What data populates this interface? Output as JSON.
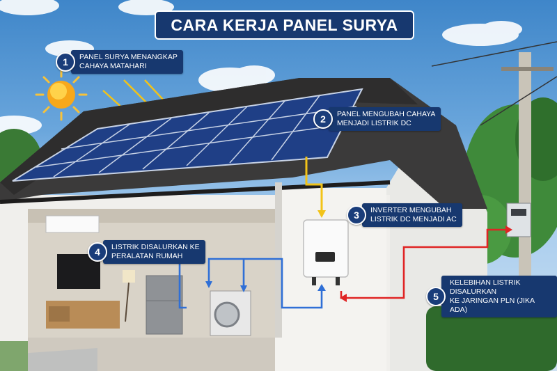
{
  "title": "CARA KERJA PANEL SURYA",
  "steps": [
    {
      "number": "1",
      "text": "PANEL SURYA MENANGKAP\nCAHAYA MATAHARI"
    },
    {
      "number": "2",
      "text": "PANEL MENGUBAH CAHAYA\nMENJADI LISTRIK DC"
    },
    {
      "number": "3",
      "text": "INVERTER MENGUBAH\nLISTRIK DC MENJADI AC"
    },
    {
      "number": "4",
      "text": "LISTRIK DISALURKAN KE\nPERALATAN RUMAH"
    },
    {
      "number": "5",
      "text": "KELEBIHAN LISTRIK DISALURKAN\nKE JARINGAN PLN (JIKA ADA)"
    }
  ],
  "colors": {
    "label_bg": "#17386f",
    "dc_wire": "#f2c318",
    "ac_wire": "#2f6fd6",
    "grid_wire": "#e02424",
    "sun": "#f7a81b"
  },
  "icons": [
    "sun-icon",
    "solar-panel-icon",
    "inverter-icon",
    "tv-icon",
    "refrigerator-icon",
    "washing-machine-icon",
    "electric-meter-icon",
    "utility-pole-icon"
  ]
}
